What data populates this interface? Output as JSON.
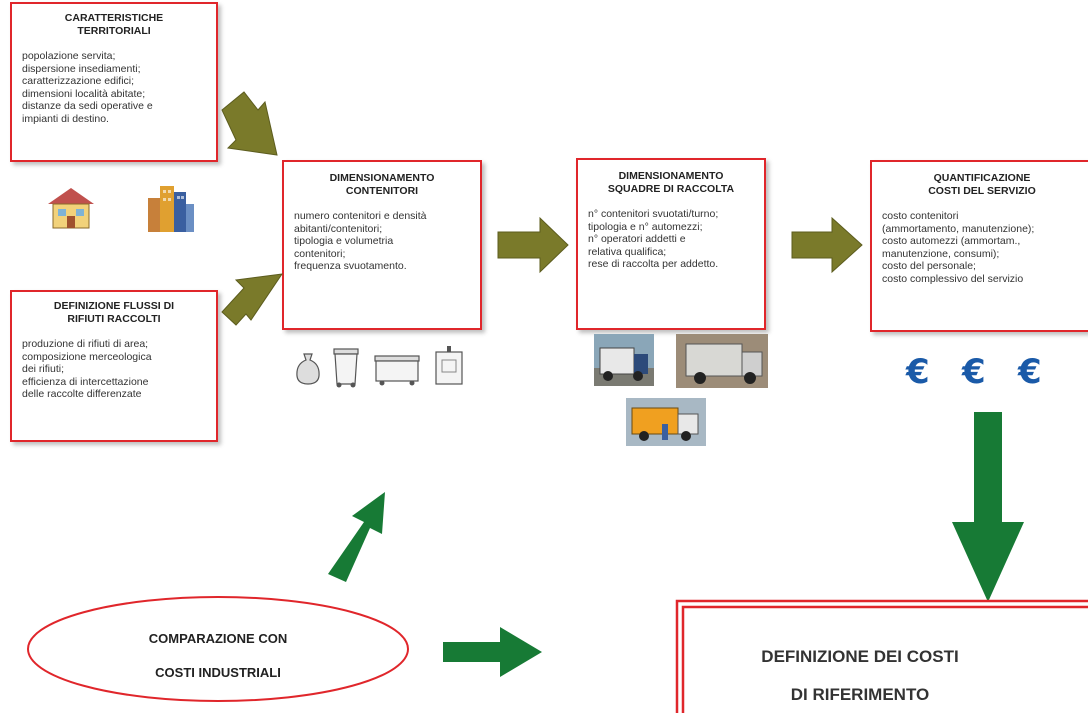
{
  "colors": {
    "box_border": "#e0262b",
    "arrow_olive": "#7a7a2a",
    "arrow_green": "#177a35",
    "euro_blue": "#1a5aa8"
  },
  "boxes": {
    "territorial": {
      "title": [
        "CARATTERISTICHE",
        "TERRITORIALI"
      ],
      "items": [
        "popolazione servita;",
        "dispersione insediamenti;",
        "caratterizzazione edifici;",
        "dimensioni località abitate;",
        "distanze da sedi operative e",
        "impianti di destino."
      ]
    },
    "flows": {
      "title": [
        "DEFINIZIONE FLUSSI DI",
        "RIFIUTI RACCOLTI"
      ],
      "items": [
        "produzione di rifiuti di area;",
        "composizione merceologica",
        "dei rifiuti;",
        "efficienza di intercettazione",
        "delle raccolte differenzate"
      ]
    },
    "containers": {
      "title": [
        "DIMENSIONAMENTO",
        "CONTENITORI"
      ],
      "items": [
        "numero contenitori e densità",
        "abitanti/contenitori;",
        "tipologia e volumetria",
        "contenitori;",
        "frequenza svuotamento."
      ]
    },
    "teams": {
      "title": [
        "DIMENSIONAMENTO",
        "SQUADRE DI RACCOLTA"
      ],
      "items": [
        "n° contenitori svuotati/turno;",
        "tipologia e n° automezzi;",
        "n° operatori addetti e",
        "relativa qualifica;",
        "rese di raccolta per addetto."
      ]
    },
    "costs": {
      "title": [
        "QUANTIFICAZIONE",
        "COSTI DEL SERVIZIO"
      ],
      "items": [
        "costo contenitori",
        "(ammortamento, manutenzione);",
        "costo automezzi (ammortam.,",
        "manutenzione, consumi);",
        "costo del personale;",
        "costo complessivo del servizio"
      ]
    }
  },
  "euro_symbols": [
    "€",
    "€",
    "€"
  ],
  "comparison": {
    "line1": "COMPARAZIONE CON",
    "line2": "COSTI INDUSTRIALI"
  },
  "final": {
    "line1": "DEFINIZIONE DEI COSTI",
    "line2": "DI RIFERIMENTO"
  }
}
